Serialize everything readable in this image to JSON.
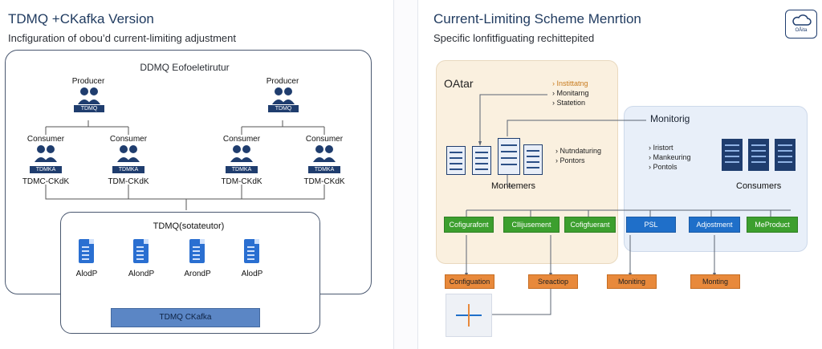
{
  "left": {
    "title": "TDMQ +CKafka Version",
    "subtitle": "Incfiguration of obou’d current-limiting adjustment",
    "diagram_title": "DDMQ Eofoeletirutur",
    "producers": [
      {
        "label": "Producer",
        "tag": "TDMQ"
      },
      {
        "label": "Producer",
        "tag": "TDMQ"
      }
    ],
    "consumers": [
      {
        "label": "Consumer",
        "tag": "TDMKA",
        "name": "TDMC-CKdK"
      },
      {
        "label": "Consumer",
        "tag": "TDMKA",
        "name": "TDM-CKdK"
      },
      {
        "label": "Consumer",
        "tag": "TDMKA",
        "name": "TDM-CKdK"
      },
      {
        "label": "Consumer",
        "tag": "TDMKA",
        "name": "TDM-CKdK"
      }
    ],
    "inner_title": "TDMQ(sotateutor)",
    "files": [
      "AlodP",
      "AlondP",
      "ArondP",
      "AlodP"
    ],
    "bottom_bar": "TDMQ CKafka"
  },
  "right": {
    "title": "Current-Limiting Scheme Menrtion",
    "subtitle": "Specific lonfitfiguating rechittepited",
    "badge": "OÅita",
    "otar": {
      "label": "OAtar",
      "bullets": [
        "Instittatng",
        "Monitarng",
        "Statetion"
      ],
      "bullets2": [
        "Nutndaturing",
        "Pontors"
      ],
      "servers_label": "Montemers",
      "buttons": [
        "Cofigurafont",
        "Cllijusement",
        "Cofigfuerant"
      ]
    },
    "monitoring": {
      "label": "Monitorig",
      "bullets": [
        "Iristort",
        "Mankeuring",
        "Pontols"
      ],
      "servers_label": "Consumers",
      "buttons": [
        "PSL",
        "Adjostment",
        "MeProduct"
      ]
    },
    "bottom_buttons": [
      "Configuation",
      "Sreactiop",
      "Moniting",
      "Monting"
    ]
  },
  "colors": {
    "navy": "#1f3d6e",
    "green": "#3c9f2e",
    "blue": "#1f6fc9",
    "orange": "#e8893b"
  }
}
